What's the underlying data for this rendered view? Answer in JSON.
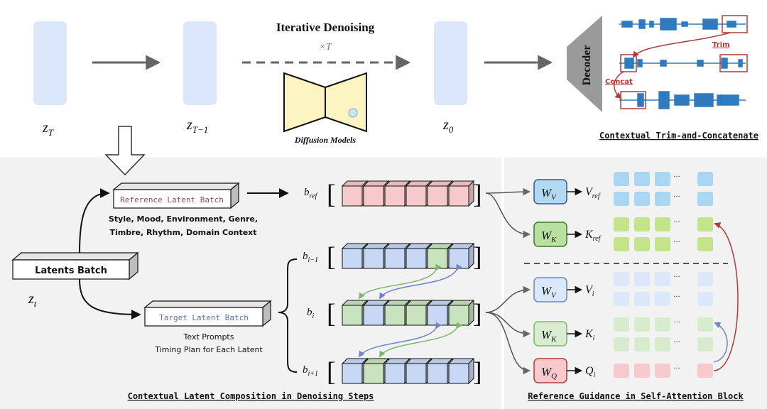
{
  "top": {
    "title": "Iterative Denoising",
    "times": "×T",
    "diffusion_label": "Diffusion Models",
    "z_T": "z",
    "z_T_sub": "T",
    "z_T1": "z",
    "z_T1_sub": "T−1",
    "z_0": "z",
    "z_0_sub": "0",
    "decoder": "Decoder",
    "trim": "Trim",
    "concat": "Concat",
    "caption": "Contextual Trim-and-Concatenate"
  },
  "left": {
    "ref_batch": "Reference Latent Batch",
    "ref_desc_1": "Style, Mood, Environment, Genre,",
    "ref_desc_2": "Timbre, Rhythm, Domain Context",
    "latents_batch": "Latents Batch",
    "z_t": "z",
    "z_t_sub": "t",
    "target_batch": "Target Latent Batch",
    "target_desc_1": "Text Prompts",
    "target_desc_2": "Timing Plan for Each Latent",
    "b_ref": "b",
    "b_ref_sub": "ref",
    "b_prev": "b",
    "b_prev_sub": "i−1",
    "b_i": "b",
    "b_i_sub": "i",
    "b_next": "b",
    "b_next_sub": "i+1",
    "caption": "Contextual Latent Composition in Denoising Steps"
  },
  "right": {
    "wv_ref": "W",
    "wv_ref_sub": "V",
    "vref": "V",
    "vref_sub": "ref",
    "wk_ref": "W",
    "wk_ref_sub": "K",
    "kref": "K",
    "kref_sub": "ref",
    "wv_i": "W",
    "wv_i_sub": "V",
    "vi": "V",
    "vi_sub": "i",
    "wk_i": "W",
    "wk_i_sub": "K",
    "ki": "K",
    "ki_sub": "i",
    "wq_i": "W",
    "wq_i_sub": "Q",
    "qi": "Q",
    "qi_sub": "i",
    "dots": "...",
    "caption": "Reference Guidance in Self-Attention Block"
  },
  "colors": {
    "blue_latent": "#dbe7fb",
    "pink": "#f6c9cc",
    "blue_cube": "#c8d8f4",
    "green_cube": "#c9e3bf",
    "dark_red": "#b23a3a",
    "purple_text": "#8a4a6a",
    "blue_text": "#5a73b8",
    "waveform": "#2e7bbf"
  }
}
